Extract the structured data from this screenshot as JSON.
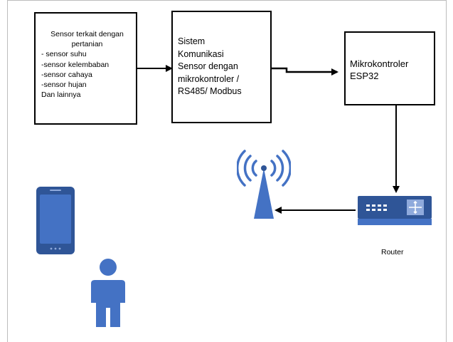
{
  "sensor_box": {
    "title_line1": "Sensor terkait dengan",
    "title_line2": "pertanian",
    "items": [
      "- sensor suhu",
      "-sensor kelembaban",
      "-sensor cahaya",
      "-sensor hujan",
      "Dan lainnya"
    ]
  },
  "comm_box": {
    "lines": [
      "Sistem",
      "Komunikasi",
      "Sensor dengan",
      "mikrokontroler /",
      "RS485/ Modbus"
    ]
  },
  "mcu_box": {
    "lines": [
      "Mikrokontroler",
      "ESP32"
    ]
  },
  "router": {
    "label": "Router"
  },
  "colors": {
    "icon_blue": "#4472C4",
    "icon_dark_blue": "#2F5597",
    "line": "#000000"
  }
}
